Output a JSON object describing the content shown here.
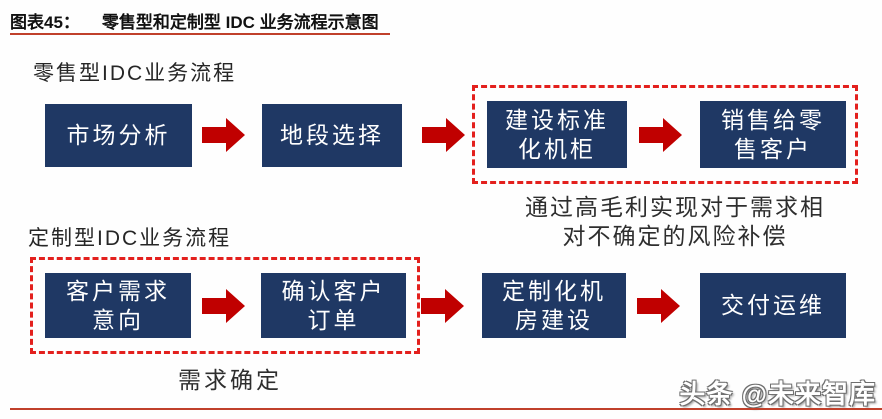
{
  "title": {
    "prefix": "图表45：",
    "text": "零售型和定制型 IDC 业务流程示意图"
  },
  "colors": {
    "box_navy": "#1f3864",
    "arrow_red": "#c00000",
    "dashed_red": "#e3201d",
    "rule_red": "#c0402b"
  },
  "flows": {
    "retail": {
      "heading": "零售型IDC业务流程",
      "steps": [
        {
          "label": "市场分析"
        },
        {
          "label": "地段选择"
        },
        {
          "label": "建设标准\n化机柜"
        },
        {
          "label": "销售给零\n售客户"
        }
      ],
      "note": "通过高毛利实现对于需求相\n对不确定的风险补偿"
    },
    "custom": {
      "heading": "定制型IDC业务流程",
      "steps": [
        {
          "label": "客户需求\n意向"
        },
        {
          "label": "确认客户\n订单"
        },
        {
          "label": "定制化机\n房建设"
        },
        {
          "label": "交付运维"
        }
      ],
      "note": "需求确定"
    }
  },
  "watermark": "头条 @未来智库"
}
